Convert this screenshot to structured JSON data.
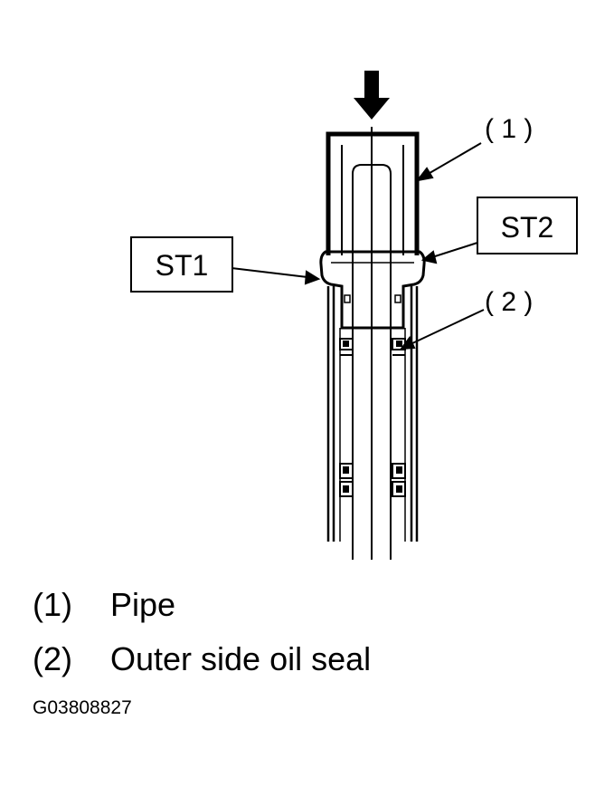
{
  "callouts": {
    "c1": "( 1 )",
    "c2": "( 2 )"
  },
  "tools": {
    "st1": "ST1",
    "st2": "ST2"
  },
  "legend": [
    {
      "num": "(1)",
      "text": "Pipe"
    },
    {
      "num": "(2)",
      "text": "Outer side oil seal"
    }
  ],
  "figure_code": "G03808827"
}
